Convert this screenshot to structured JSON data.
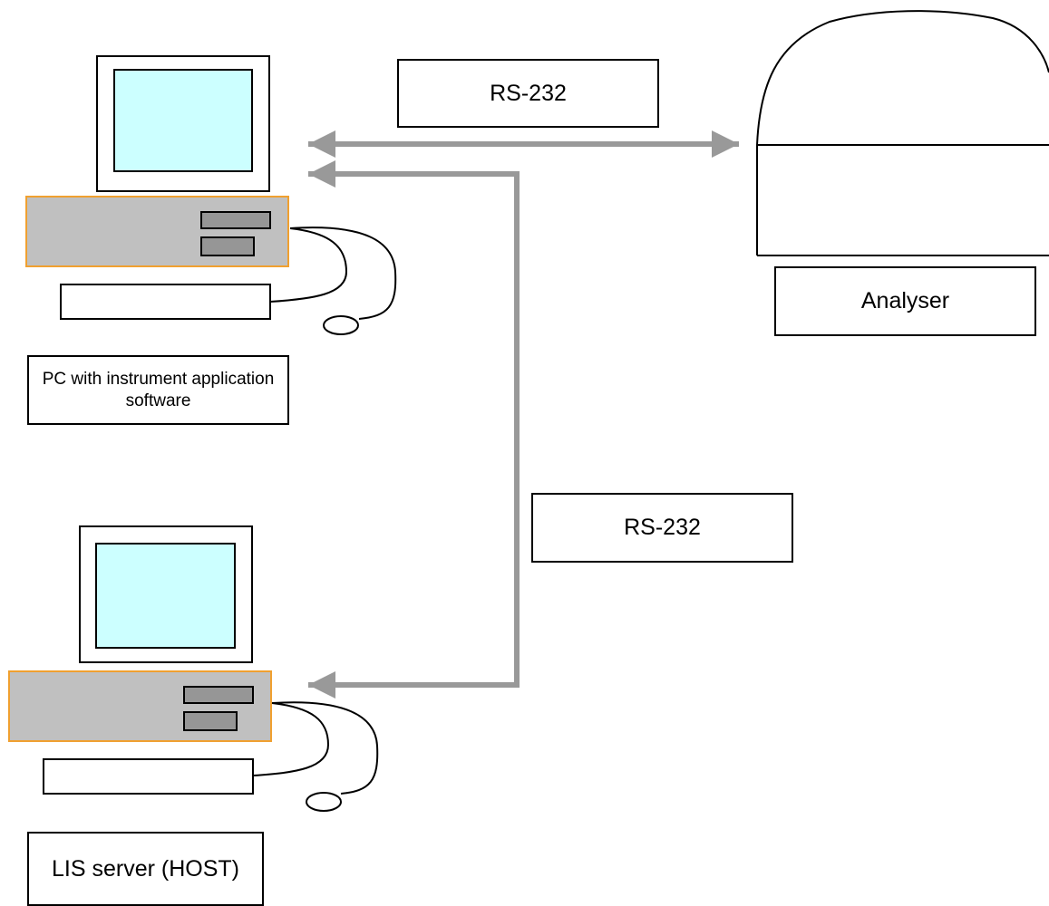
{
  "labels": {
    "connection_top": "RS-232",
    "connection_lower": "RS-232",
    "analyser": "Analyser",
    "pc": "PC with instrument application software",
    "lis_server": "LIS server (HOST)"
  },
  "colors": {
    "screen_fill": "#ccffff",
    "case_fill": "#c0c0c0",
    "case_border": "#f0a030",
    "drive_fill": "#969696",
    "connector": "#999999",
    "outline": "#000000"
  },
  "icons": {
    "pc": "desktop-computer-icon",
    "lis_server": "desktop-computer-icon",
    "analyser": "dome-instrument-icon"
  }
}
